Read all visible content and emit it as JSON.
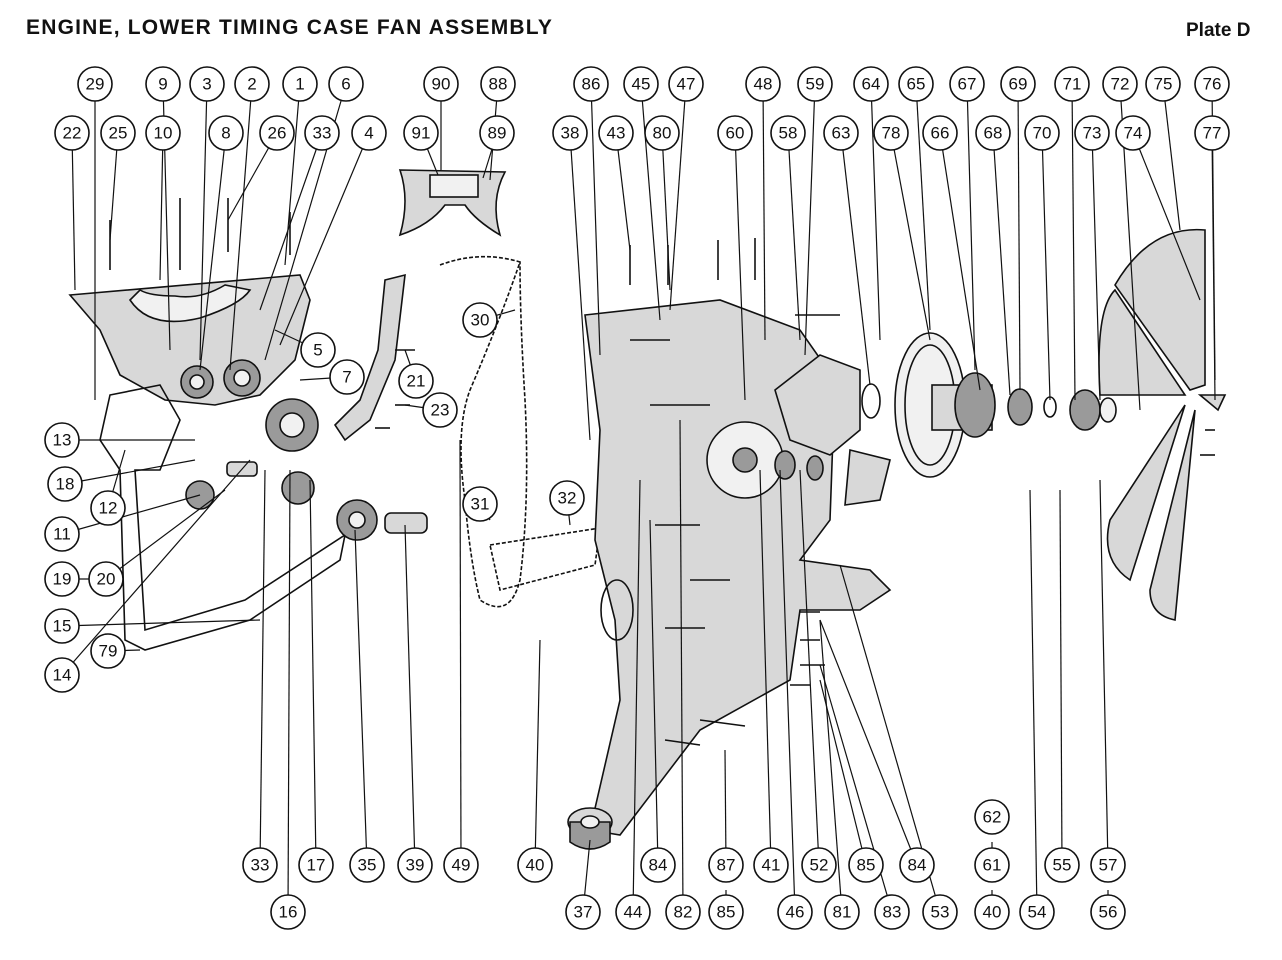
{
  "title": "ENGINE, LOWER TIMING CASE FAN ASSEMBLY",
  "plate": "Plate D",
  "callouts": [
    "29",
    "9",
    "3",
    "2",
    "1",
    "6",
    "22",
    "25",
    "10",
    "8",
    "26",
    "33",
    "4",
    "90",
    "88",
    "91",
    "89",
    "86",
    "45",
    "47",
    "48",
    "59",
    "64",
    "65",
    "67",
    "69",
    "71",
    "72",
    "75",
    "76",
    "38",
    "43",
    "80",
    "60",
    "58",
    "63",
    "78",
    "66",
    "68",
    "70",
    "73",
    "74",
    "77",
    "30",
    "5",
    "7",
    "21",
    "23",
    "13",
    "18",
    "12",
    "11",
    "19",
    "20",
    "15",
    "79",
    "14",
    "31",
    "32",
    "33",
    "16",
    "17",
    "35",
    "39",
    "49",
    "40",
    "37",
    "44",
    "84",
    "82",
    "87",
    "85",
    "41",
    "46",
    "52",
    "81",
    "85",
    "83",
    "84",
    "53",
    "62",
    "61",
    "40",
    "55",
    "54",
    "57",
    "56"
  ]
}
